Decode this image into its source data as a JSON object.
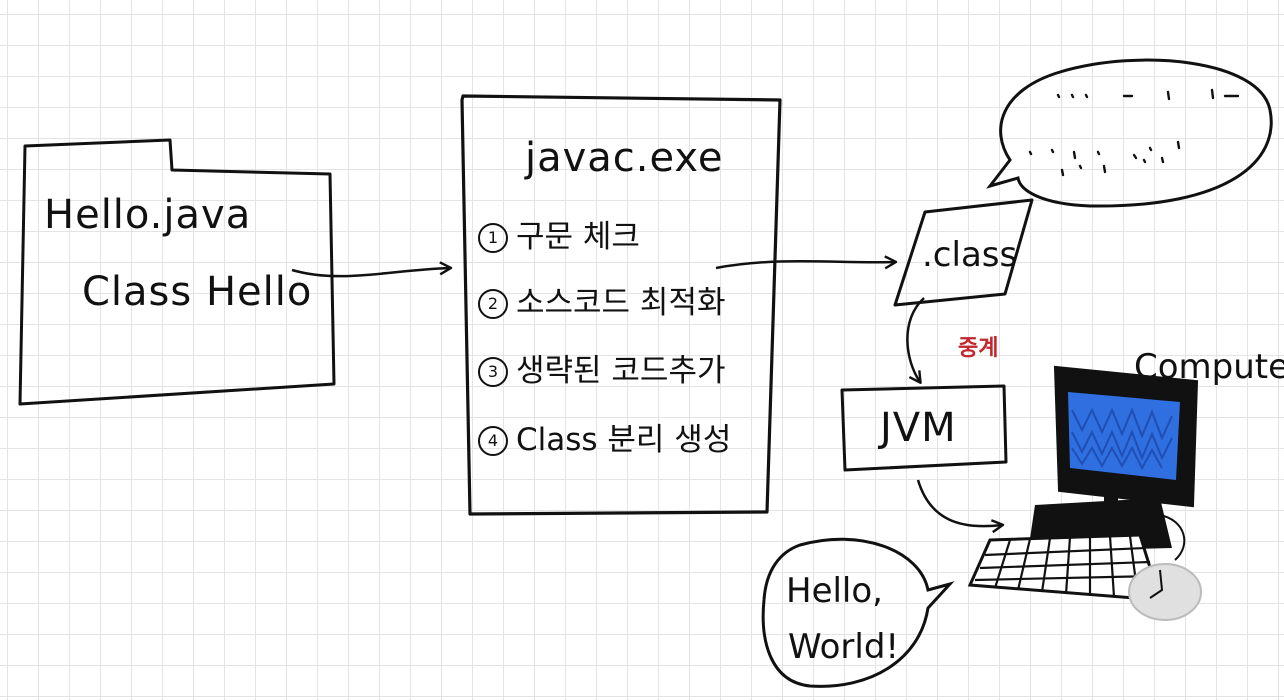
{
  "source_file": {
    "name": "Hello.java",
    "content": "Class Hello"
  },
  "compiler": {
    "title": "javac.exe",
    "steps": [
      {
        "num": "1",
        "text": "구문 체크"
      },
      {
        "num": "2",
        "text": "소스코드 최적화"
      },
      {
        "num": "3",
        "text": "생략된 코드추가"
      },
      {
        "num": "4",
        "text": "Class 분리 생성"
      }
    ]
  },
  "class_file": {
    "label": ".class"
  },
  "jvm": {
    "label": "JVM",
    "note": "중계"
  },
  "computer": {
    "label": "Computer",
    "screen_color": "#2f6fe0"
  },
  "output": {
    "line1": "Hello,",
    "line2": "World!"
  }
}
